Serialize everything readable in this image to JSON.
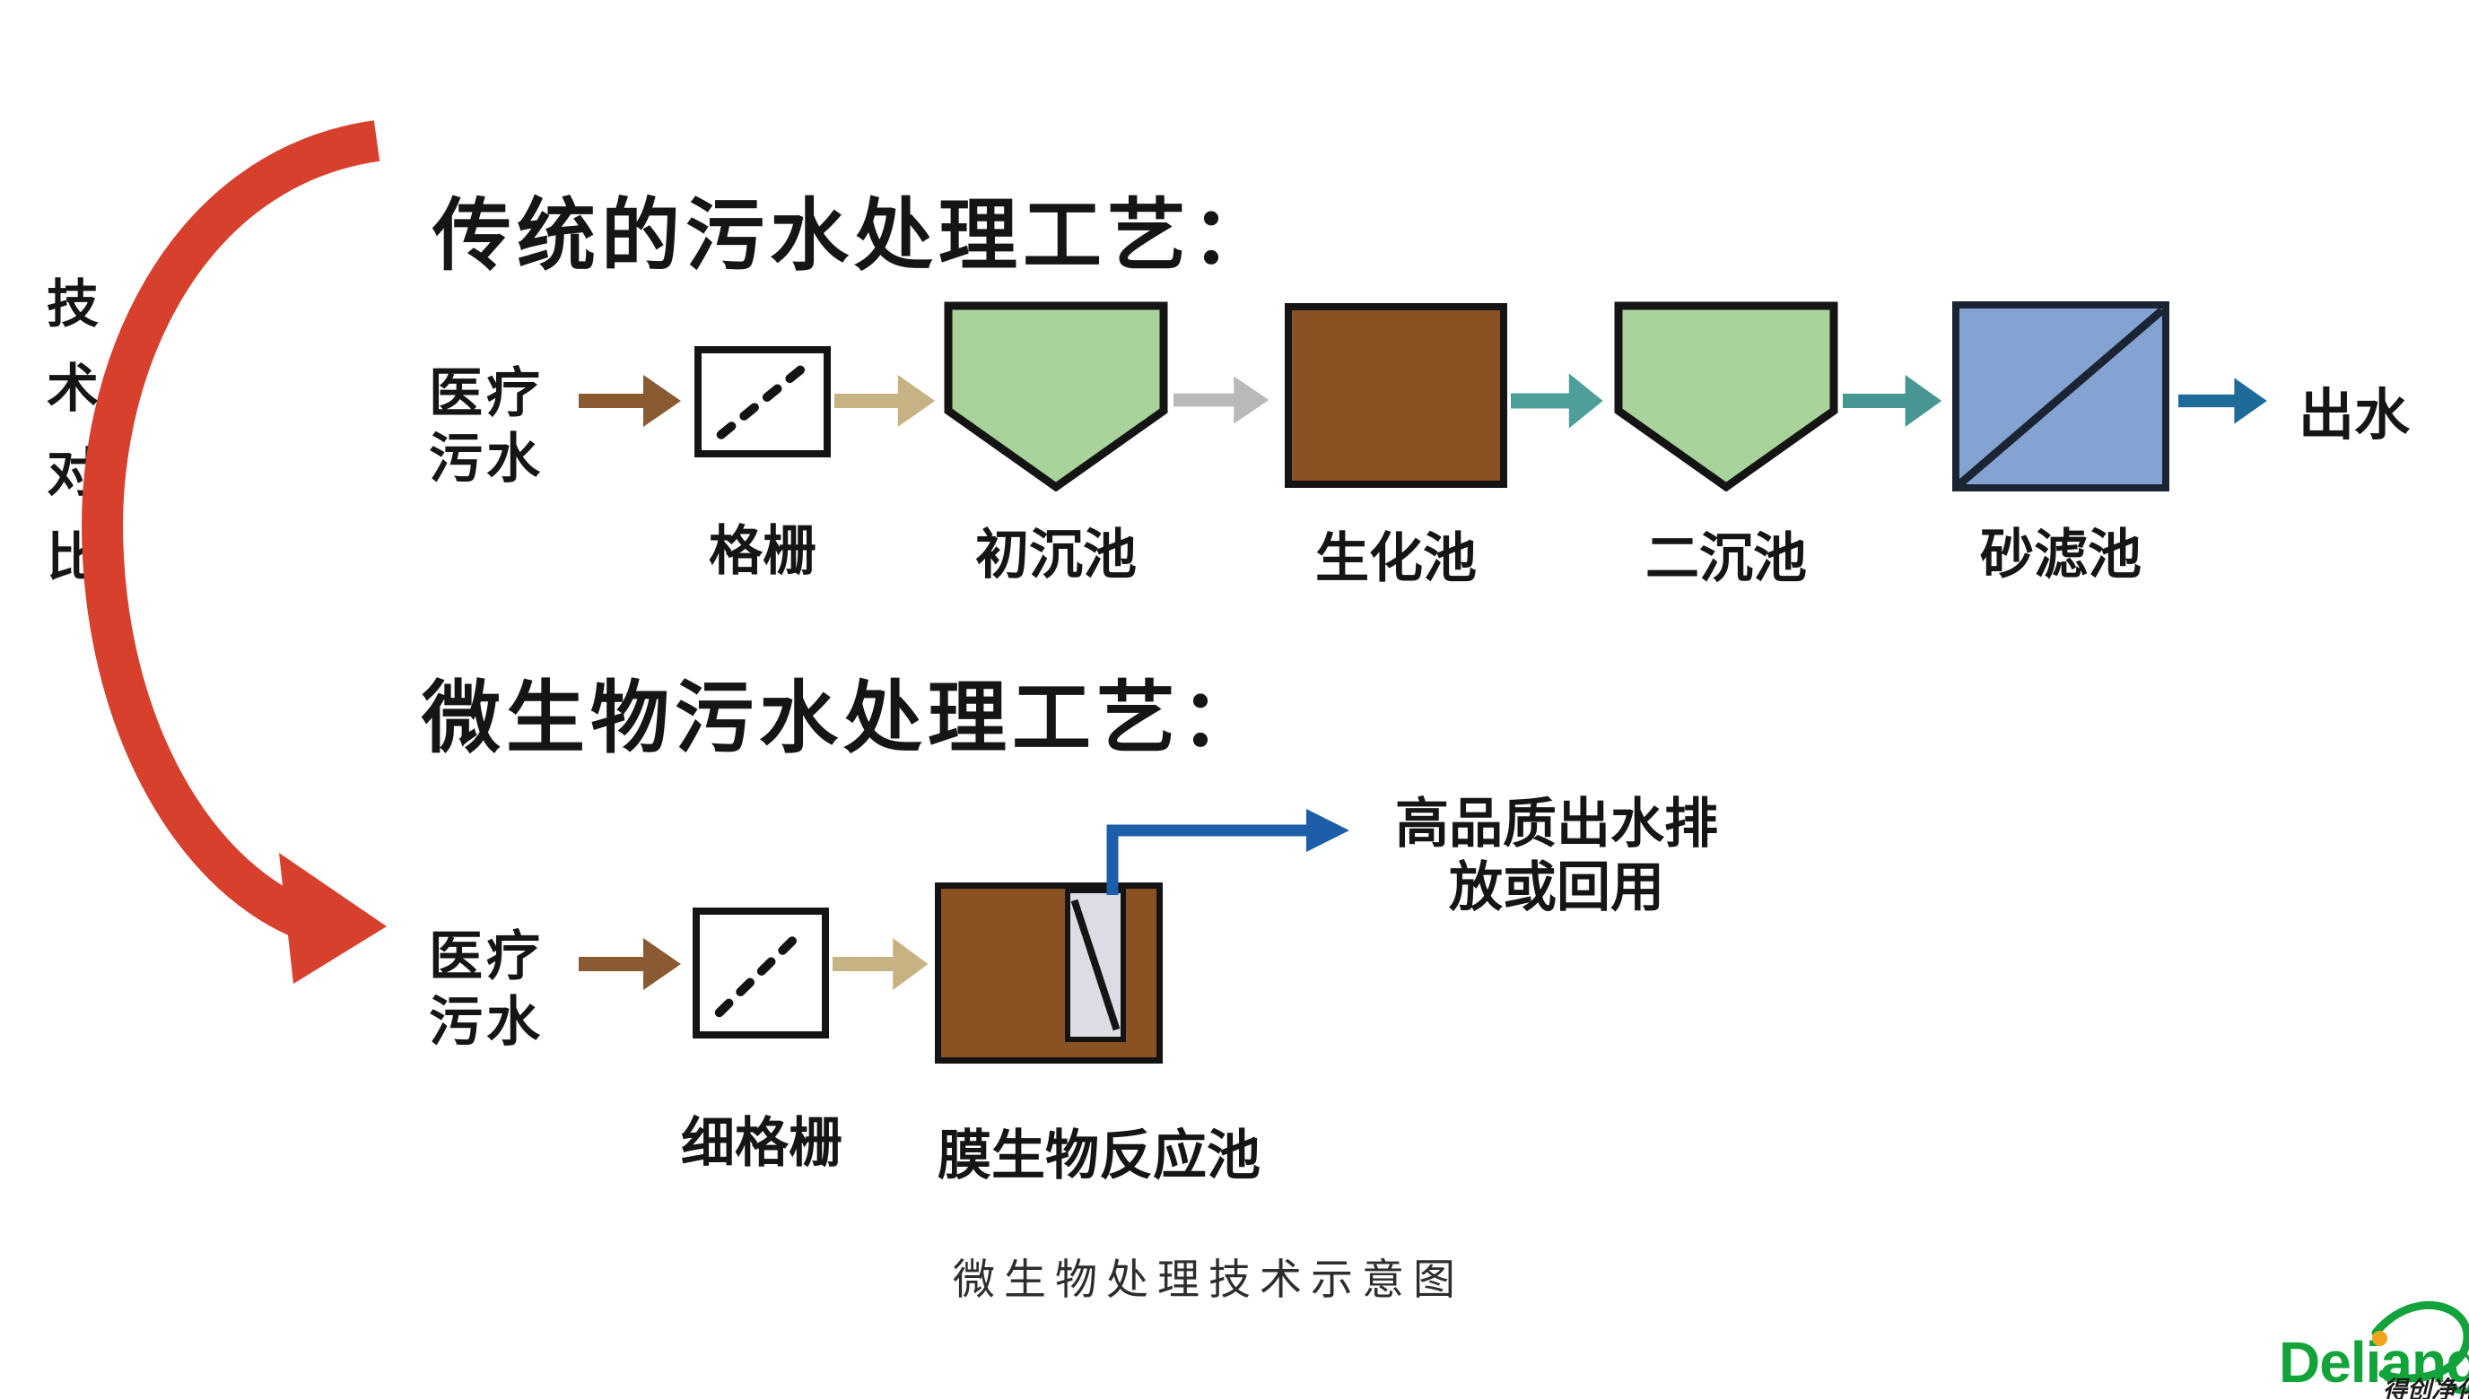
{
  "comparison": {
    "chars": [
      "技",
      "术",
      "对",
      "比"
    ],
    "arrow_color": "#d8402e"
  },
  "traditional": {
    "title": "传统的污水处理工艺：",
    "source_lines": [
      "医疗",
      "污水"
    ],
    "stages": [
      {
        "label": "格栅",
        "type": "screen"
      },
      {
        "label": "初沉池",
        "type": "settling-tank"
      },
      {
        "label": "生化池",
        "type": "biochemical-tank"
      },
      {
        "label": "二沉池",
        "type": "settling-tank"
      },
      {
        "label": "砂滤池",
        "type": "sand-filter"
      }
    ],
    "output_label": "出水"
  },
  "microbial": {
    "title": "微生物污水处理工艺：",
    "source_lines": [
      "医疗",
      "污水"
    ],
    "stages": [
      {
        "label": "细格栅",
        "type": "fine-screen"
      },
      {
        "label": "膜生物反应池",
        "type": "membrane-bioreactor"
      }
    ],
    "output_lines": [
      "高品质出水排",
      "放或回用"
    ]
  },
  "caption": "微生物处理技术示意图",
  "logo": {
    "text": "Deliang",
    "subtext": "得创净化",
    "color": "#12a33a",
    "dot_color": "#f2a41d"
  },
  "colors": {
    "background": "#ffffff",
    "text": "#151515",
    "settling_tank_fill": "#a8d39a",
    "biochemical_tank_fill": "#8a5122",
    "sand_filter_fill": "#84a3d3",
    "membrane_fill": "#dcdce4",
    "arrow_brown": "#8a5a33",
    "arrow_tan": "#c7b284",
    "arrow_gray": "#b9b9b9",
    "arrow_teal": "#4e9e9a",
    "arrow_steel_blue": "#1e6b9a",
    "arrow_outlet_blue": "#1d5ea8",
    "comparison_arrow_red": "#d8402e"
  }
}
